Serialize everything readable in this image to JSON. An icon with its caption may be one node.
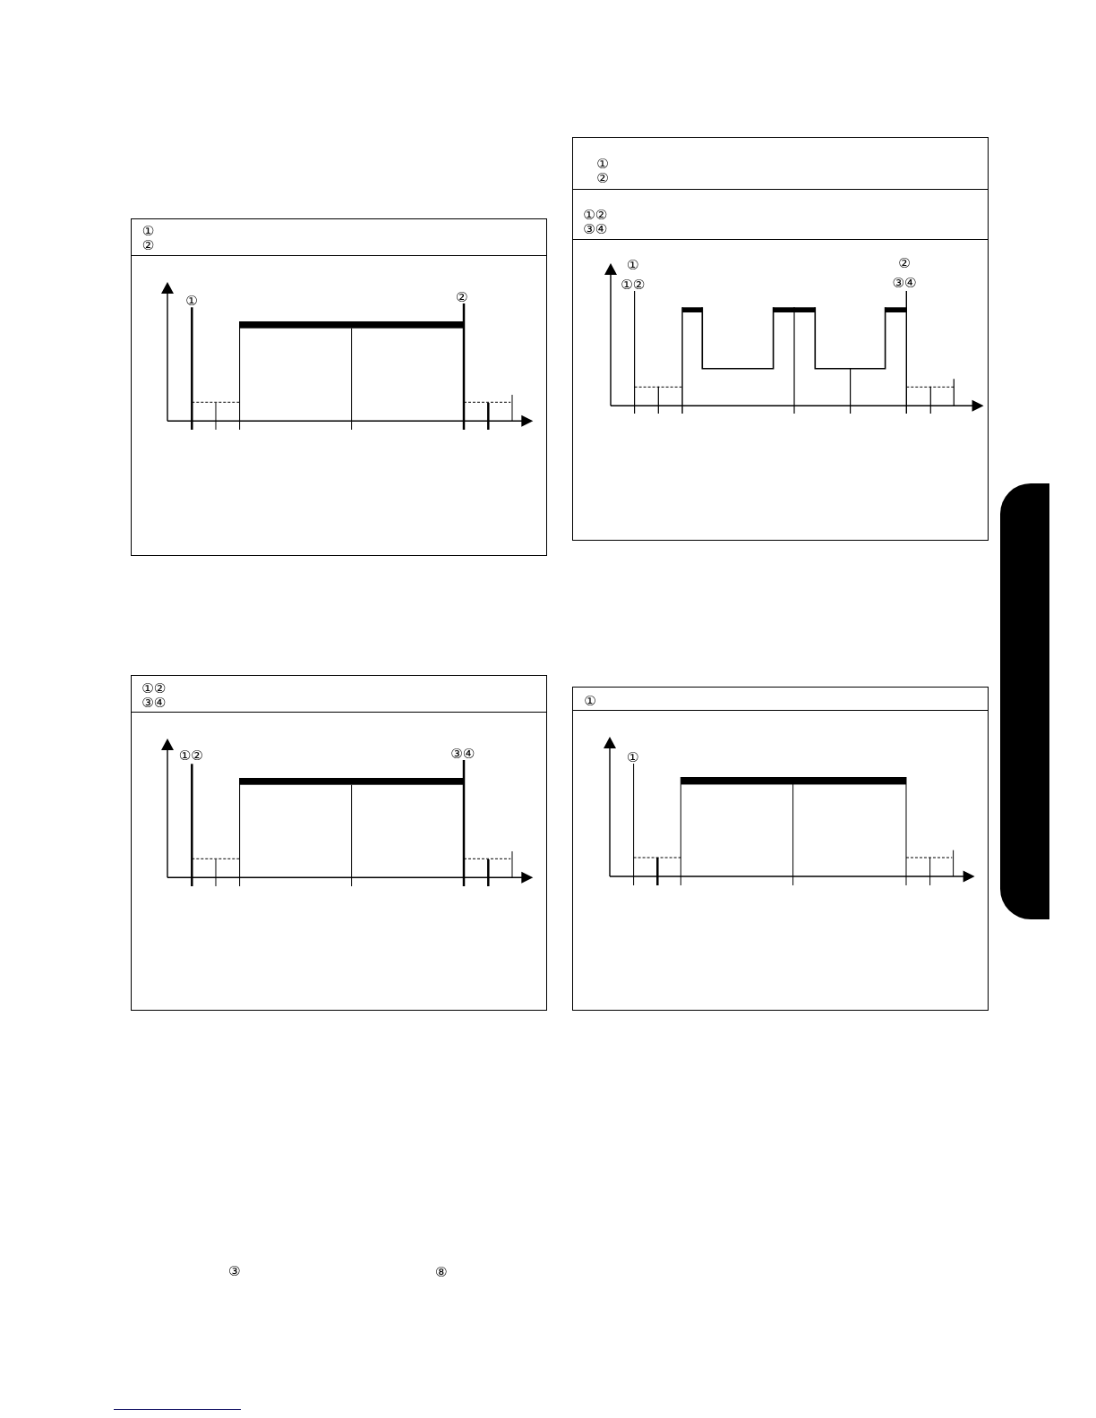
{
  "diagram": {
    "nodes": [
      {
        "text": [],
        "shape": "box"
      },
      {
        "text": [
          "①",
          "②"
        ],
        "in": 0
      },
      {
        "text": [],
        "shape": "box"
      },
      {
        "text": [
          "①",
          "②"
        ],
        "in": 2
      },
      {
        "text": [
          "①②",
          "③④"
        ],
        "in": 2
      },
      {
        "text": [],
        "shape": "box"
      },
      {
        "text": [
          "①②",
          "③④"
        ],
        "in": 5
      },
      {
        "text": [],
        "shape": "box"
      },
      {
        "text": [
          "①"
        ],
        "in": 7
      },
      {
        "text": [],
        "shape": "bar"
      }
    ],
    "labels": [
      "①",
      "②",
      "①",
      "①②",
      "②",
      "③④",
      "①②",
      "③④",
      "①",
      "③",
      "⑧"
    ]
  }
}
